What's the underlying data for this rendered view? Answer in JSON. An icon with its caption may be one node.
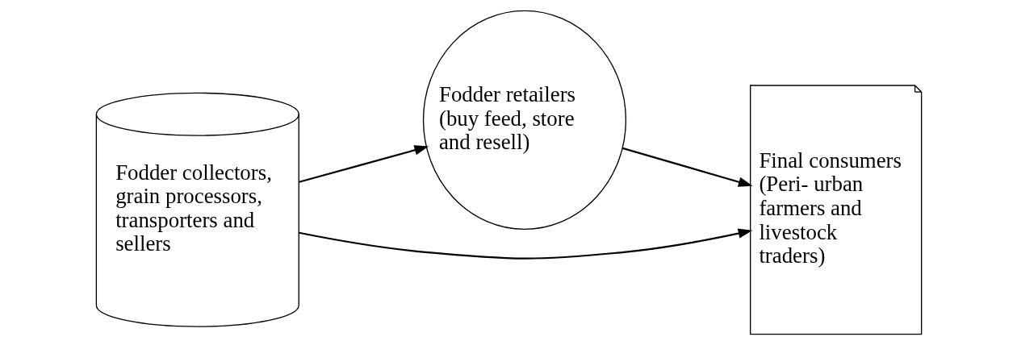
{
  "diagram": {
    "nodes": [
      {
        "text": [
          "Fodder collectors, grain processors, transporters and sellers"
        ]
      },
      {
        "text": [
          "Fodder retailers (buy feed, store and resell)"
        ]
      },
      {
        "text": [
          "Final consumers (Peri- urban farmers and livestock traders)"
        ]
      }
    ],
    "edges": [
      {
        "from": 0,
        "to": 2,
        "arrow": "to"
      },
      {
        "from": 0,
        "to": 1,
        "arrow": "to"
      },
      {
        "from": 1,
        "to": 2,
        "arrow": "to"
      }
    ]
  }
}
